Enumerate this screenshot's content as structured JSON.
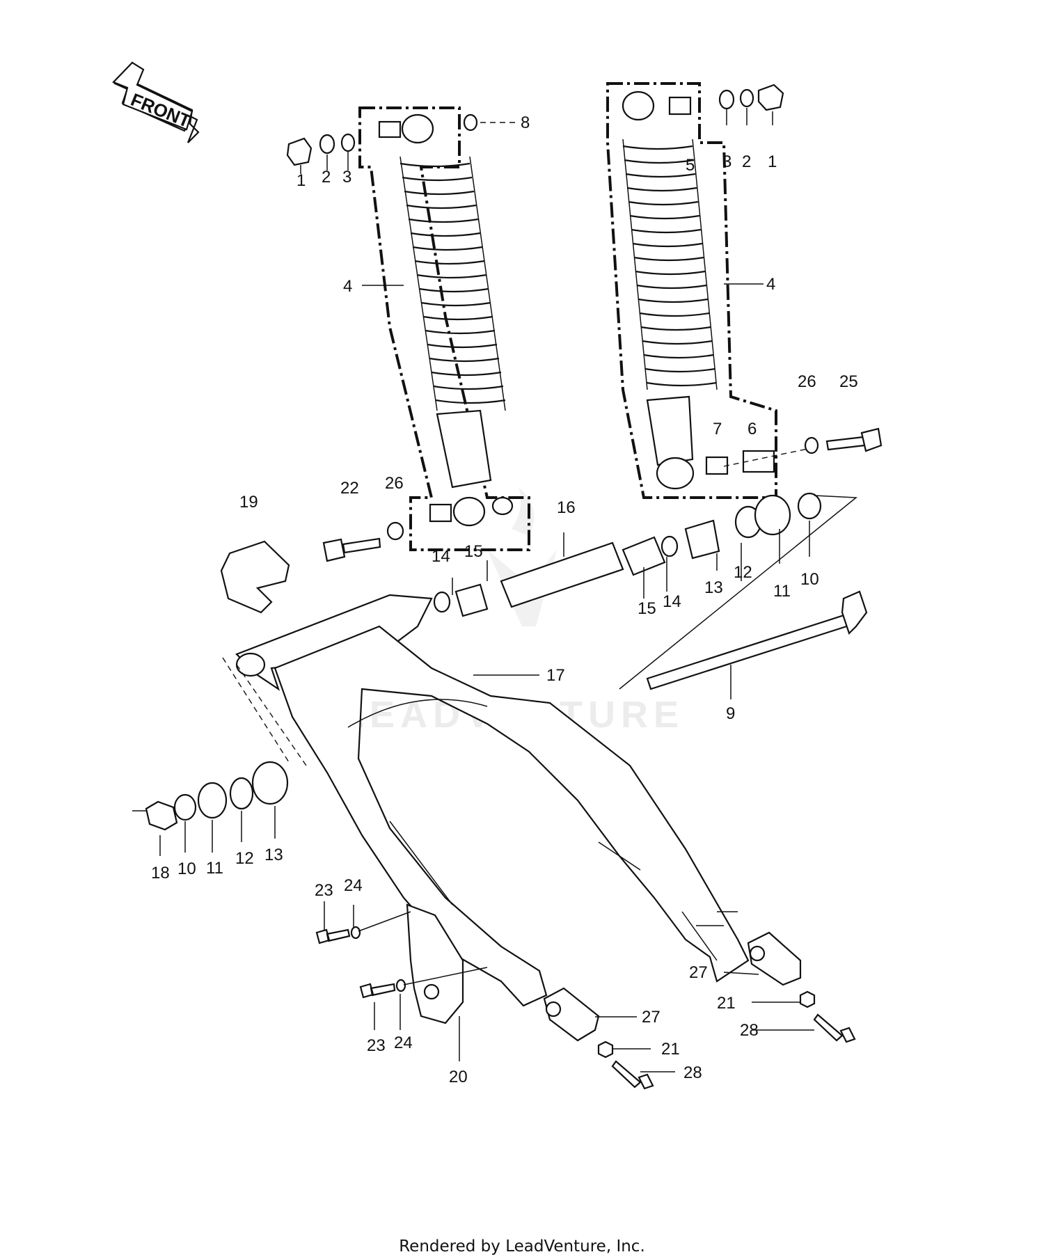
{
  "diagram": {
    "front_arrow_label": "FRONT",
    "watermark": "LEADVENTURE",
    "footer": "Rendered by LeadVenture, Inc.",
    "callouts": [
      {
        "id": "c1a",
        "text": "1"
      },
      {
        "id": "c2a",
        "text": "2"
      },
      {
        "id": "c3a",
        "text": "3"
      },
      {
        "id": "c4a",
        "text": "4"
      },
      {
        "id": "c8",
        "text": "8"
      },
      {
        "id": "c5",
        "text": "5"
      },
      {
        "id": "c3b",
        "text": "3"
      },
      {
        "id": "c2b",
        "text": "2"
      },
      {
        "id": "c1b",
        "text": "1"
      },
      {
        "id": "c4b",
        "text": "4"
      },
      {
        "id": "c26a",
        "text": "26"
      },
      {
        "id": "c25",
        "text": "25"
      },
      {
        "id": "c7",
        "text": "7"
      },
      {
        "id": "c6",
        "text": "6"
      },
      {
        "id": "c19",
        "text": "19"
      },
      {
        "id": "c22",
        "text": "22"
      },
      {
        "id": "c26b",
        "text": "26"
      },
      {
        "id": "c16",
        "text": "16"
      },
      {
        "id": "c14a",
        "text": "14"
      },
      {
        "id": "c15a",
        "text": "15"
      },
      {
        "id": "c15b",
        "text": "15"
      },
      {
        "id": "c14b",
        "text": "14"
      },
      {
        "id": "c13a",
        "text": "13"
      },
      {
        "id": "c12a",
        "text": "12"
      },
      {
        "id": "c11a",
        "text": "11"
      },
      {
        "id": "c10a",
        "text": "10"
      },
      {
        "id": "c17",
        "text": "17"
      },
      {
        "id": "c9",
        "text": "9"
      },
      {
        "id": "c18",
        "text": "18"
      },
      {
        "id": "c10b",
        "text": "10"
      },
      {
        "id": "c11b",
        "text": "11"
      },
      {
        "id": "c12b",
        "text": "12"
      },
      {
        "id": "c13b",
        "text": "13"
      },
      {
        "id": "c23a",
        "text": "23"
      },
      {
        "id": "c24a",
        "text": "24"
      },
      {
        "id": "c23b",
        "text": "23"
      },
      {
        "id": "c24b",
        "text": "24"
      },
      {
        "id": "c20",
        "text": "20"
      },
      {
        "id": "c27a",
        "text": "27"
      },
      {
        "id": "c21a",
        "text": "21"
      },
      {
        "id": "c28a",
        "text": "28"
      },
      {
        "id": "c27b",
        "text": "27"
      },
      {
        "id": "c21b",
        "text": "21"
      },
      {
        "id": "c28b",
        "text": "28"
      }
    ]
  }
}
